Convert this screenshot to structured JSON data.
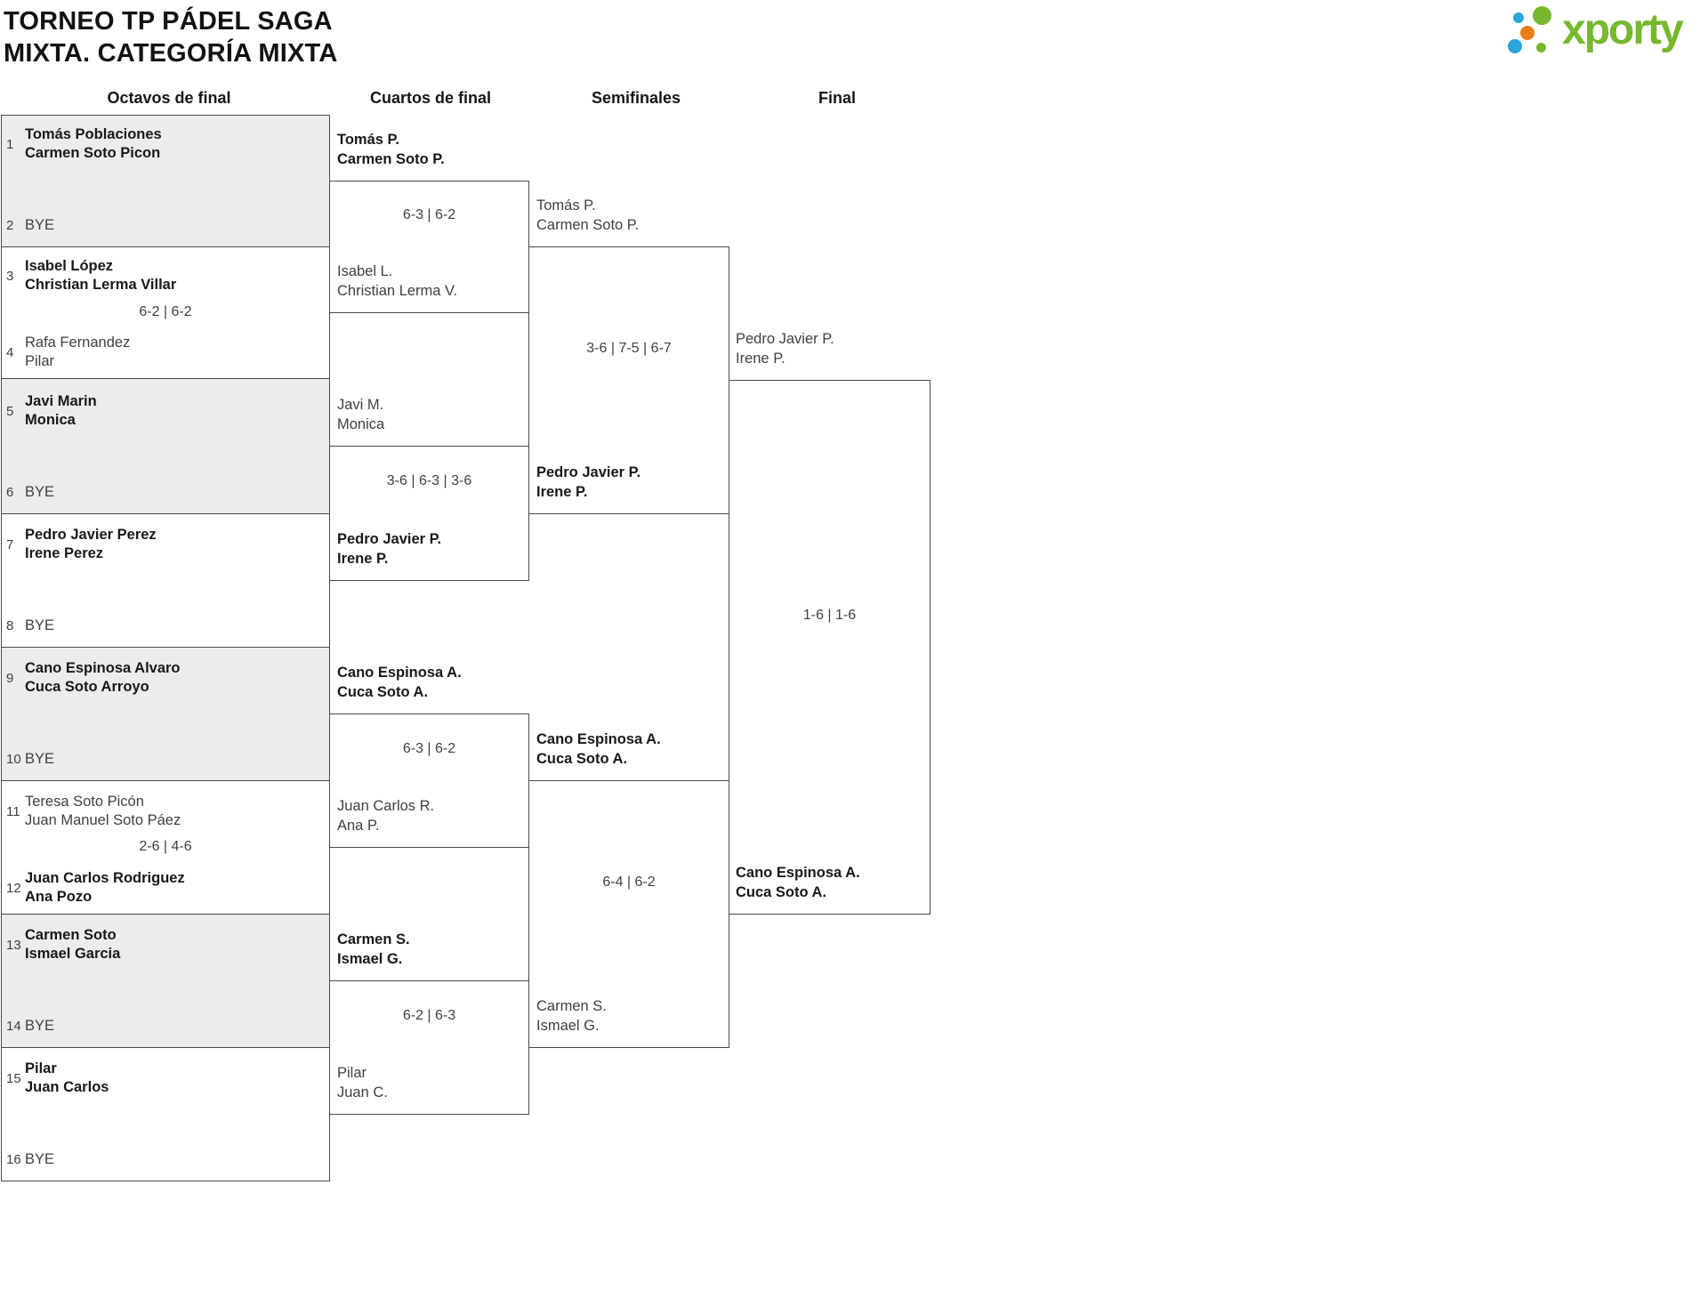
{
  "title": {
    "line1": "TORNEO TP PÁDEL SAGA",
    "line2": "MIXTA. CATEGORÍA MIXTA"
  },
  "logo": {
    "text": "xporty",
    "green": "#76b82e",
    "blue": "#29a5dc",
    "orange": "#e97c16"
  },
  "round_headers": [
    "Octavos de final",
    "Cuartos de final",
    "Semifinales",
    "Final"
  ],
  "octavos": [
    {
      "seed_top": "1",
      "top": [
        "Tomás Poblaciones",
        "Carmen Soto Picon"
      ],
      "seed_bottom": "2",
      "bottom": [
        "BYE"
      ],
      "score": "",
      "winner": "top"
    },
    {
      "seed_top": "3",
      "top": [
        "Isabel López",
        "Christian Lerma Villar"
      ],
      "seed_bottom": "4",
      "bottom": [
        "Rafa Fernandez",
        "Pilar"
      ],
      "score": "6-2 | 6-2",
      "winner": "top"
    },
    {
      "seed_top": "5",
      "top": [
        "Javi Marin",
        "Monica"
      ],
      "seed_bottom": "6",
      "bottom": [
        "BYE"
      ],
      "score": "",
      "winner": "top"
    },
    {
      "seed_top": "7",
      "top": [
        "Pedro Javier Perez",
        "Irene Perez"
      ],
      "seed_bottom": "8",
      "bottom": [
        "BYE"
      ],
      "score": "",
      "winner": "top"
    },
    {
      "seed_top": "9",
      "top": [
        "Cano Espinosa Alvaro",
        "Cuca Soto Arroyo"
      ],
      "seed_bottom": "10",
      "bottom": [
        "BYE"
      ],
      "score": "",
      "winner": "top"
    },
    {
      "seed_top": "11",
      "top": [
        "Teresa Soto Picón",
        "Juan Manuel Soto Páez"
      ],
      "seed_bottom": "12",
      "bottom": [
        "Juan Carlos Rodriguez",
        "Ana Pozo"
      ],
      "score": "2-6 | 4-6",
      "winner": "bottom"
    },
    {
      "seed_top": "13",
      "top": [
        "Carmen Soto",
        "Ismael Garcia"
      ],
      "seed_bottom": "14",
      "bottom": [
        "BYE"
      ],
      "score": "",
      "winner": "top"
    },
    {
      "seed_top": "15",
      "top": [
        "Pilar",
        "Juan Carlos"
      ],
      "seed_bottom": "16",
      "bottom": [
        "BYE"
      ],
      "score": "",
      "winner": "top"
    }
  ],
  "cuartos": [
    {
      "top": [
        "Tomás P.",
        "Carmen Soto P."
      ],
      "bottom": [
        "Isabel L.",
        "Christian Lerma V."
      ],
      "score": "6-3 | 6-2",
      "winner": "top"
    },
    {
      "top": [
        "Javi M.",
        "Monica"
      ],
      "bottom": [
        "Pedro Javier P.",
        "Irene P."
      ],
      "score": "3-6 | 6-3 | 3-6",
      "winner": "bottom"
    },
    {
      "top": [
        "Cano Espinosa A.",
        "Cuca Soto A."
      ],
      "bottom": [
        "Juan Carlos R.",
        "Ana P."
      ],
      "score": "6-3 | 6-2",
      "winner": "top"
    },
    {
      "top": [
        "Carmen S.",
        "Ismael G."
      ],
      "bottom": [
        "Pilar",
        "Juan C."
      ],
      "score": "6-2 | 6-3",
      "winner": "top"
    }
  ],
  "semifinales": [
    {
      "top": [
        "Tomás P.",
        "Carmen Soto P."
      ],
      "bottom": [
        "Pedro Javier P.",
        "Irene P."
      ],
      "score": "3-6 | 7-5 | 6-7",
      "winner": "bottom"
    },
    {
      "top": [
        "Cano Espinosa A.",
        "Cuca Soto A."
      ],
      "bottom": [
        "Carmen S.",
        "Ismael G."
      ],
      "score": "6-4 | 6-2",
      "winner": "top"
    }
  ],
  "final": {
    "top": [
      "Pedro Javier P.",
      "Irene P."
    ],
    "bottom": [
      "Cano Espinosa A.",
      "Cuca Soto A."
    ],
    "score": "1-6 | 1-6",
    "winner": "bottom"
  }
}
